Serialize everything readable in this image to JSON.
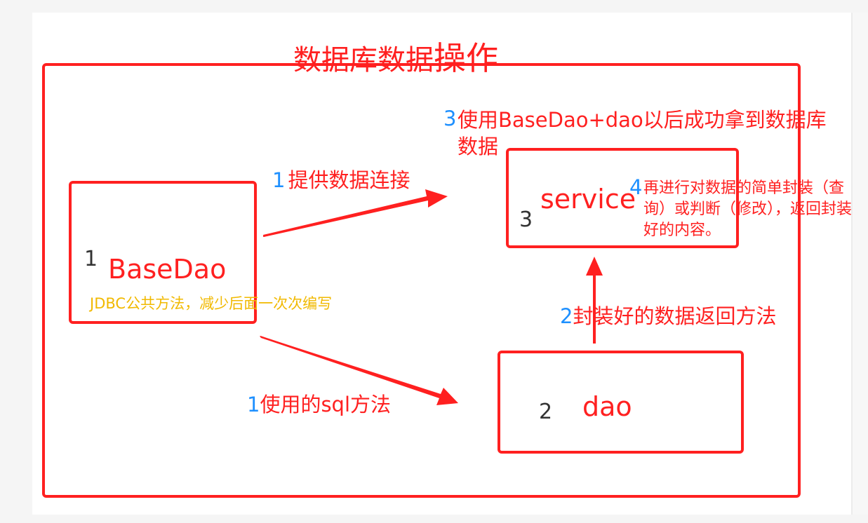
{
  "title": {
    "big1": "数据库数据",
    "big2": "操作"
  },
  "boxes": {
    "basedao": {
      "label": "BaseDao",
      "number": "1",
      "description": "JDBC公共方法，减少后面一次次编写"
    },
    "service": {
      "label": "service",
      "number": "3"
    },
    "dao": {
      "label": "dao",
      "number": "2"
    }
  },
  "edges": {
    "basedao_to_service": {
      "number": "1",
      "text": "提供数据连接"
    },
    "basedao_to_dao": {
      "number": "1",
      "text": "使用的sql方法"
    },
    "dao_to_service": {
      "number": "2",
      "text": "封装好的数据返回方法"
    }
  },
  "notes": {
    "top": {
      "number": "3",
      "text": "使用BaseDao+dao以后成功拿到数据库数据"
    },
    "right": {
      "number": "4",
      "text": "再进行对数据的简单封装（查询）或判断（修改），返回封装好的内容。"
    }
  },
  "colors": {
    "red": "#ff2020",
    "blue": "#1e90ff",
    "yellow": "#f1b900"
  }
}
